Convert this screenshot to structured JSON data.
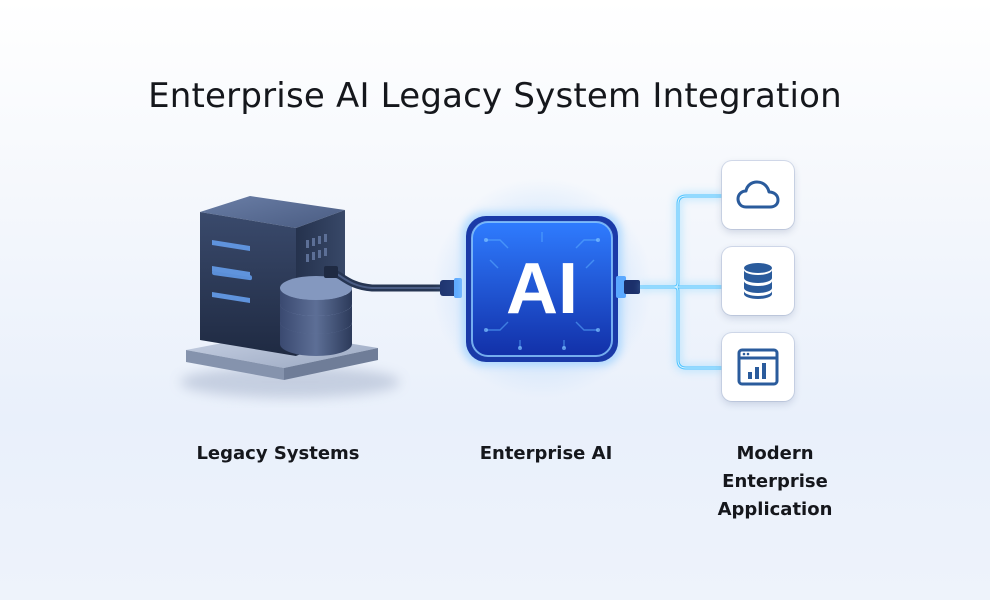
{
  "title": "Enterprise AI Legacy System Integration",
  "nodes": {
    "legacy": {
      "label": "Legacy Systems"
    },
    "ai": {
      "label": "Enterprise AI",
      "chip_text": "AI"
    },
    "modern": {
      "label_lines": [
        "Modern",
        "Enterprise",
        "Application"
      ],
      "apps": [
        {
          "icon": "cloud-icon"
        },
        {
          "icon": "database-icon"
        },
        {
          "icon": "dashboard-chart-icon"
        }
      ]
    }
  },
  "colors": {
    "title_text": "#15171c",
    "ai_chip": "#1a4fd6",
    "ai_glow": "#4aa0ff",
    "connector_glow": "#4cc0ff",
    "server_body": "#2c3a58",
    "icon_blue": "#2a5b9c"
  }
}
